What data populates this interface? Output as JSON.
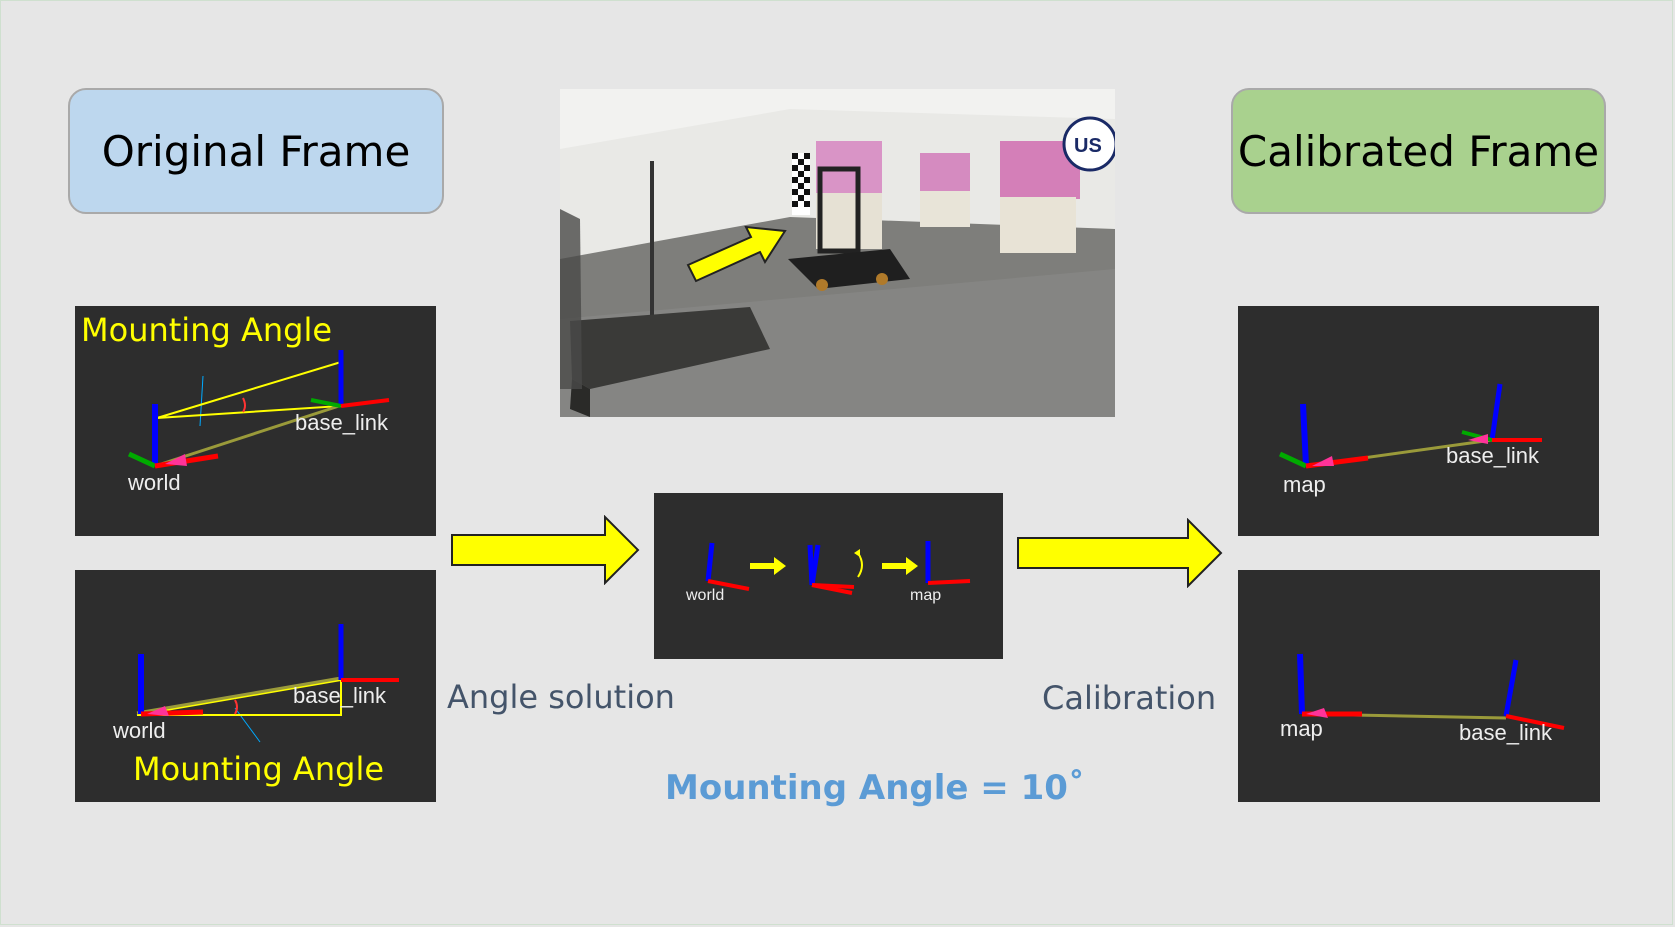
{
  "titles": {
    "left": "Original Frame",
    "right": "Calibrated Frame"
  },
  "panels": {
    "original_top": {
      "heading": "Mounting Angle",
      "frame_a": "world",
      "frame_b": "base_link"
    },
    "original_bottom": {
      "heading": "Mounting Angle",
      "frame_a": "world",
      "frame_b": "base_link"
    },
    "solution": {
      "frame_a": "world",
      "frame_b": "map"
    },
    "calibrated_top": {
      "frame_a": "map",
      "frame_b": "base_link"
    },
    "calibrated_bottom": {
      "frame_a": "map",
      "frame_b": "base_link"
    }
  },
  "photo": {
    "sign_text": "US"
  },
  "captions": {
    "angle_solution": "Angle solution",
    "calibration": "Calibration",
    "formula": "Mounting Angle = 10˚"
  },
  "colors": {
    "title_left_bg": "#bdd7ee",
    "title_right_bg": "#a9d18e",
    "panel_bg": "#2d2d2d",
    "arrow_fill": "#ffff00",
    "axis_x": "#ff0000",
    "axis_y": "#00aa00",
    "axis_z": "#0000ff",
    "caption_color": "#44546a",
    "formula_color": "#5b9bd5"
  }
}
